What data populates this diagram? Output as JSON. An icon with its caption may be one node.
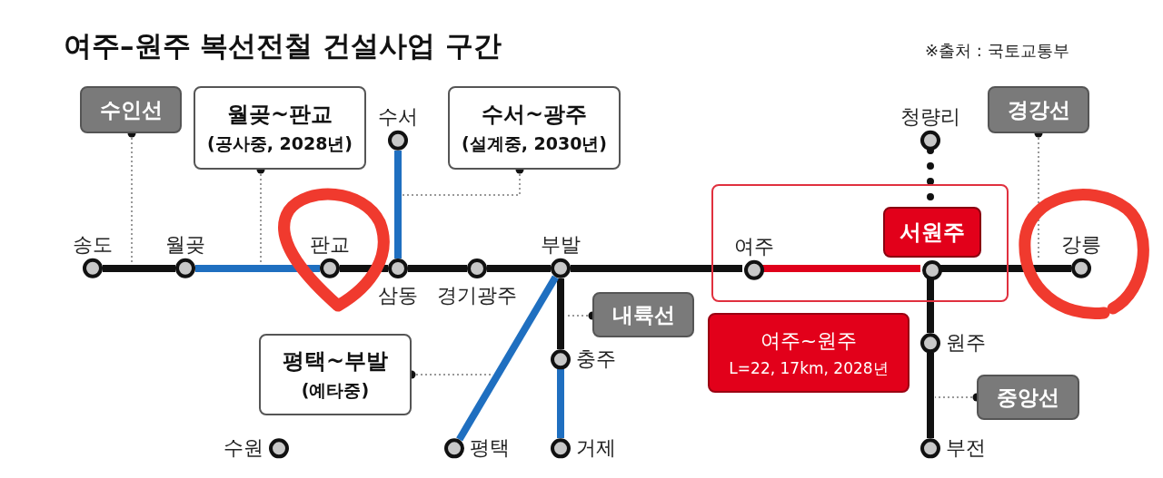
{
  "diagram": {
    "title": "여주–원주 복선전철 건설사업 구간",
    "nodes": [
      {
        "text": [
          "수인선"
        ]
      },
      {
        "text": [
          "월곶~판교",
          "(공사중, 2028년)"
        ]
      },
      {
        "text": [
          "수서~광주",
          "(설계중, 2030년)"
        ]
      },
      {
        "text": [
          "청량리"
        ]
      },
      {
        "text": [
          "경강선"
        ]
      },
      {
        "text": [
          "수서"
        ]
      },
      {
        "text": [
          "송도"
        ]
      },
      {
        "text": [
          "월곶"
        ]
      },
      {
        "text": [
          "판교"
        ]
      },
      {
        "text": [],
        "shape": "box"
      },
      {
        "text": [
          "여주"
        ],
        "in": 9
      },
      {
        "text": [
          "서원주"
        ],
        "in": 9
      },
      {
        "text": [
          "강릉"
        ]
      },
      {
        "text": [
          "삼동"
        ]
      },
      {
        "text": [
          "경기광주"
        ]
      },
      {
        "text": [
          "부발"
        ]
      },
      {
        "text": [
          "내륙선"
        ]
      },
      {
        "text": [
          "여주~원주",
          "L=22, 17km, 2028년"
        ]
      },
      {
        "text": [
          "원주"
        ]
      },
      {
        "text": [
          "평택~부발",
          "(예타중)"
        ]
      },
      {
        "text": [
          "충주"
        ]
      },
      {
        "text": [
          "중앙선"
        ]
      },
      {
        "text": [
          "수원"
        ]
      },
      {
        "text": [
          "평택"
        ]
      },
      {
        "text": [
          "거제"
        ]
      },
      {
        "text": [
          "부전"
        ]
      }
    ],
    "edges": [
      {
        "from": 0,
        "to": null,
        "arrow": "other",
        "style": "dashed",
        "color": "#999999"
      },
      {
        "from": 1,
        "to": null,
        "arrow": "other",
        "style": "dashed",
        "color": "#999999"
      },
      {
        "from": 2,
        "to": null,
        "arrow": "other",
        "style": "dashed",
        "color": "#999999"
      },
      {
        "from": 4,
        "to": 12,
        "arrow": "other",
        "style": "dashed",
        "color": "#999999"
      },
      {
        "from": 16,
        "to": null,
        "arrow": "other",
        "style": "dashed",
        "color": "#999999"
      },
      {
        "from": 19,
        "to": null,
        "arrow": "other",
        "style": "dashed",
        "color": "#999999"
      },
      {
        "from": 21,
        "to": null,
        "arrow": "other",
        "style": "dashed",
        "color": "#999999"
      },
      {
        "from": 6,
        "to": 7,
        "arrow": "none"
      },
      {
        "from": 7,
        "to": 8,
        "arrow": "none",
        "color": "#1f6fc0"
      },
      {
        "from": 8,
        "to": 13,
        "arrow": "none"
      },
      {
        "from": 13,
        "to": 5,
        "arrow": "none",
        "color": "#1f6fc0"
      },
      {
        "from": 13,
        "to": 14,
        "arrow": "none"
      },
      {
        "from": 14,
        "to": 15,
        "arrow": "none"
      },
      {
        "from": 15,
        "to": 10,
        "arrow": "none"
      },
      {
        "from": 10,
        "to": 11,
        "arrow": "none",
        "color": "#e0001b"
      },
      {
        "from": 11,
        "to": 12,
        "arrow": "none"
      },
      {
        "from": 3,
        "to": 11,
        "arrow": "none",
        "style": "dashed"
      },
      {
        "from": 15,
        "to": 20,
        "arrow": "none"
      },
      {
        "from": 20,
        "to": 24,
        "arrow": "none",
        "color": "#1f6fc0"
      },
      {
        "from": 15,
        "to": 23,
        "arrow": "none",
        "color": "#1f6fc0"
      },
      {
        "from": 11,
        "to": 18,
        "arrow": "none"
      },
      {
        "from": 18,
        "to": 25,
        "arrow": "none"
      }
    ],
    "labels": [
      "※출처 : 국토교통부"
    ]
  }
}
